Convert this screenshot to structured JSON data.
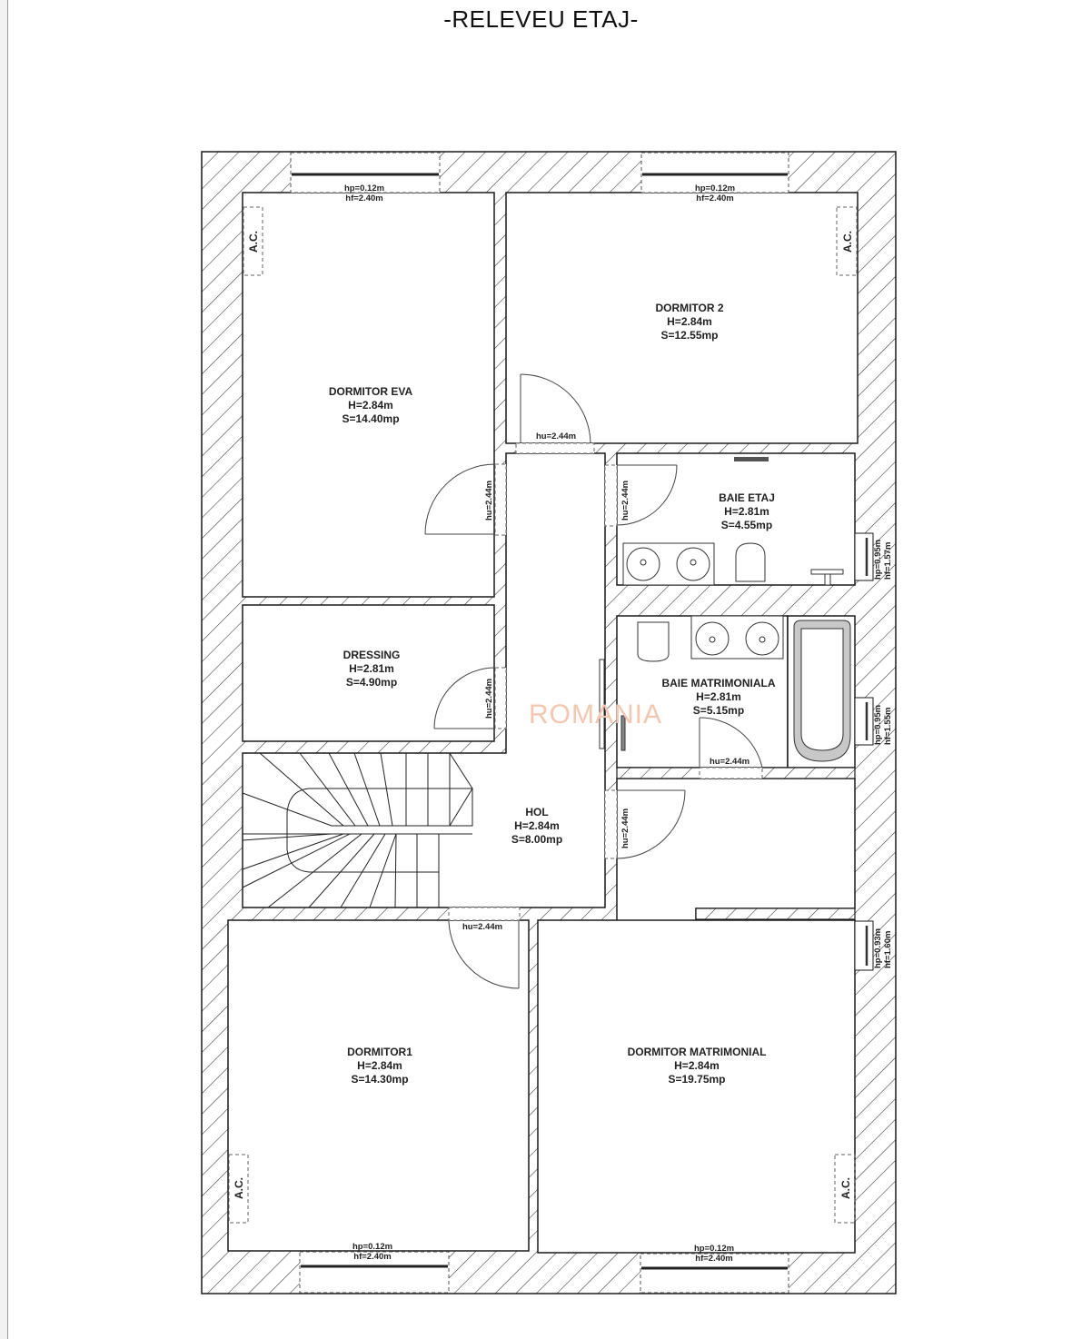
{
  "title": "-RELEVEU ETAJ-",
  "watermark": "ROMANIA",
  "colors": {
    "wall_hatch": "#333333",
    "line": "#1a1a1a",
    "watermark": "#f6c7ae",
    "bath_fill": "#c8c8c8"
  },
  "rooms": [
    {
      "id": "dormitor-eva",
      "name": "DORMITOR EVA",
      "height": "H=2.84m",
      "area": "S=14.40mp"
    },
    {
      "id": "dormitor-2",
      "name": "DORMITOR 2",
      "height": "H=2.84m",
      "area": "S=12.55mp"
    },
    {
      "id": "baie-etaj",
      "name": "BAIE ETAJ",
      "height": "H=2.81m",
      "area": "S=4.55mp"
    },
    {
      "id": "dressing",
      "name": "DRESSING",
      "height": "H=2.81m",
      "area": "S=4.90mp"
    },
    {
      "id": "baie-matrimoniala",
      "name": "BAIE MATRIMONIALA",
      "height": "H=2.81m",
      "area": "S=5.15mp"
    },
    {
      "id": "hol",
      "name": "HOL",
      "height": "H=2.84m",
      "area": "S=8.00mp"
    },
    {
      "id": "dormitor1",
      "name": "DORMITOR1",
      "height": "H=2.84m",
      "area": "S=14.30mp"
    },
    {
      "id": "dormitor-matrimonial",
      "name": "DORMITOR MATRIMONIAL",
      "height": "H=2.84m",
      "area": "S=19.75mp"
    }
  ],
  "windows": [
    {
      "id": "win-eva",
      "hp": "hp=0.12m",
      "hf": "hf=2.40m"
    },
    {
      "id": "win-d2",
      "hp": "hp=0.12m",
      "hf": "hf=2.40m"
    },
    {
      "id": "win-baie-etaj",
      "hp": "hp=0.95m",
      "hf": "hf=1.57m"
    },
    {
      "id": "win-baie-matr",
      "hp": "hp=0.95m",
      "hf": "hf=1.55m"
    },
    {
      "id": "win-matr-side",
      "hp": "hp=0.93m",
      "hf": "hf=1.60m"
    },
    {
      "id": "win-d1",
      "hp": "hp=0.12m",
      "hf": "hf=2.40m"
    },
    {
      "id": "win-matr",
      "hp": "hp=0.12m",
      "hf": "hf=2.40m"
    }
  ],
  "doors": [
    {
      "id": "door-d2",
      "hu": "hu=2.44m"
    },
    {
      "id": "door-eva",
      "hu": "hu=2.44m"
    },
    {
      "id": "door-baie-etaj",
      "hu": "hu=2.44m"
    },
    {
      "id": "door-dressing",
      "hu": "hu=2.44m"
    },
    {
      "id": "door-baie-matr",
      "hu": "hu=2.44m"
    },
    {
      "id": "door-matr",
      "hu": "hu=2.44m"
    },
    {
      "id": "door-d1",
      "hu": "hu=2.44m"
    }
  ],
  "ac_units": [
    {
      "id": "ac-eva",
      "label": "A.C."
    },
    {
      "id": "ac-d2",
      "label": "A.C."
    },
    {
      "id": "ac-d1",
      "label": "A.C."
    },
    {
      "id": "ac-matr",
      "label": "A.C."
    }
  ]
}
